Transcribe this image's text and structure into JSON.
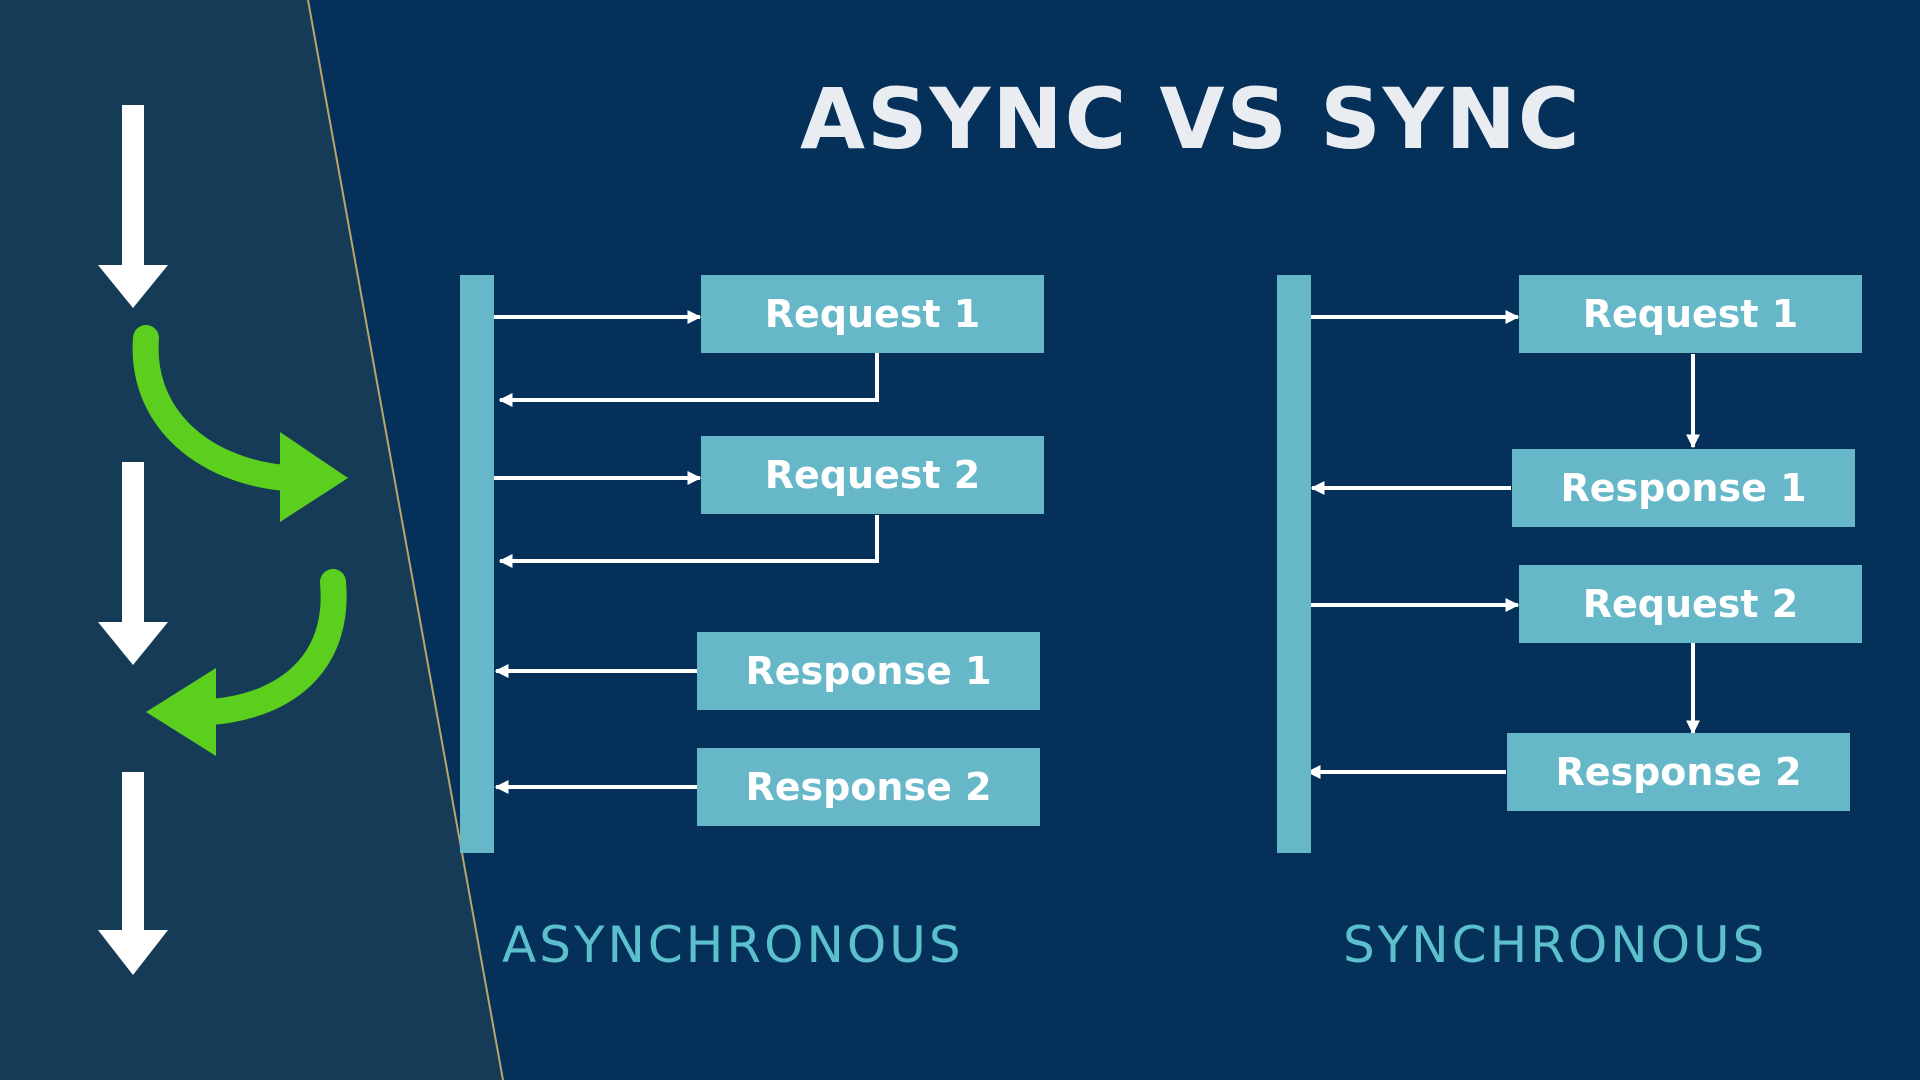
{
  "title": "ASYNC VS SYNC",
  "async": {
    "caption": "ASYNCHRONOUS",
    "request_1": "Request 1",
    "request_2": "Request 2",
    "response_1": "Response 1",
    "response_2": "Response 2"
  },
  "sync": {
    "caption": "SYNCHRONOUS",
    "request_1": "Request 1",
    "response_1": "Response 1",
    "request_2": "Request 2",
    "response_2": "Response 2"
  },
  "colors": {
    "background": "#04305a",
    "left_panel": "#163b57",
    "box": "#66b8c9",
    "caption": "#5cc0cc",
    "accent_arrow": "#5ccf1e",
    "divider_line": "#b9a66a"
  },
  "icons": {
    "left_panel": [
      "down-arrow-icon",
      "curved-right-arrow-icon",
      "down-arrow-icon",
      "curved-left-arrow-icon",
      "down-arrow-icon"
    ]
  }
}
